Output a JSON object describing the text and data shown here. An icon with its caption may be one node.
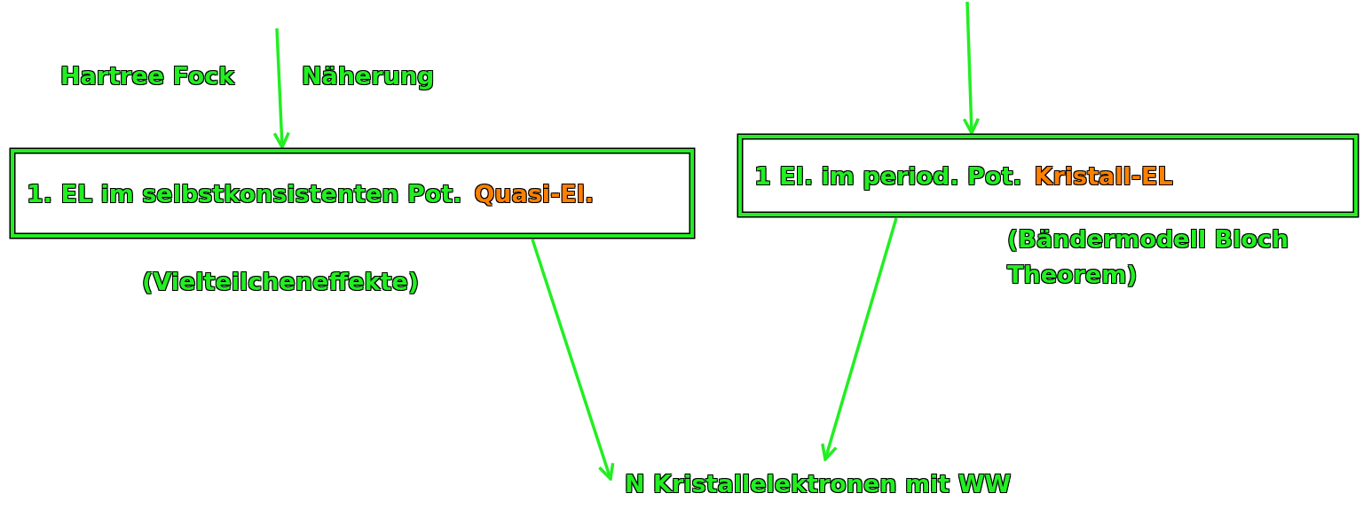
{
  "diagram": {
    "nodes": [
      {
        "text": [
          "1. EL im selbstkonsistenten Pot.",
          "Quasi-El."
        ],
        "beside": [
          "(Vielteilcheneffekte)"
        ]
      },
      {
        "text": [
          "1 El. im period. Pot.",
          "Kristall-EL"
        ],
        "beside": [
          "(Bändermodell Bloch Theorem)"
        ]
      },
      {
        "text": [
          "N Kristallelektronen mit WW"
        ]
      }
    ],
    "edges": [
      {
        "from": null,
        "to": 0,
        "arrow": "to"
      },
      {
        "from": null,
        "to": 1,
        "arrow": "to"
      },
      {
        "from": 0,
        "to": 2,
        "arrow": "to"
      },
      {
        "from": 1,
        "to": 2,
        "arrow": "to"
      }
    ],
    "labels": [
      "Hartree Fock",
      "Näherung"
    ]
  }
}
